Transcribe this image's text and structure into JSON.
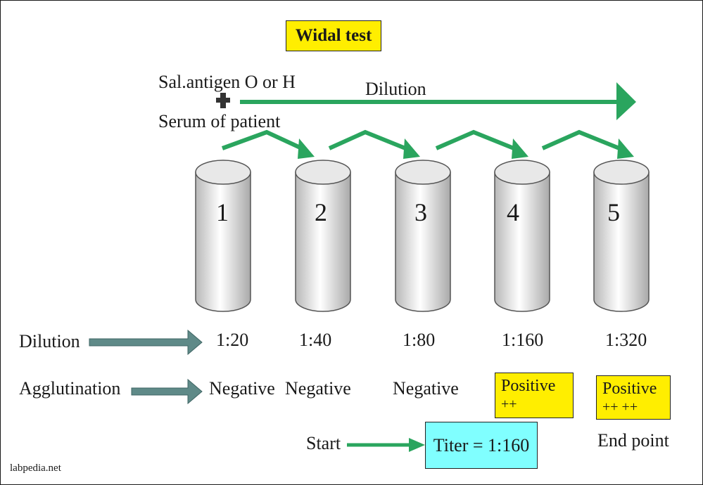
{
  "title": "Widal test",
  "reagents": {
    "antigen": "Sal.antigen O or H",
    "plus": "✚",
    "serum": "Serum of patient"
  },
  "dilution_arrow_label": "Dilution",
  "tubes": [
    {
      "number": "1",
      "dilution": "1:20",
      "agglutination": "Negative"
    },
    {
      "number": "2",
      "dilution": "1:40",
      "agglutination": "Negative"
    },
    {
      "number": "3",
      "dilution": "1:80",
      "agglutination": "Negative"
    },
    {
      "number": "4",
      "dilution": "1:160",
      "agglutination": "Positive",
      "grade": "++"
    },
    {
      "number": "5",
      "dilution": "1:320",
      "agglutination": "Positive",
      "grade": "++ ++"
    }
  ],
  "rows": {
    "dilution_label": "Dilution",
    "agglutination_label": "Agglutination"
  },
  "start_label": "Start",
  "titer": "Titer = 1:160",
  "end_point": "End point",
  "footer": "labpedia.net",
  "colors": {
    "green_arrow": "#2aa55e",
    "row_arrow": "#5f8a88",
    "highlight_yellow": "#ffee00",
    "titer_cyan": "#80ffff"
  }
}
